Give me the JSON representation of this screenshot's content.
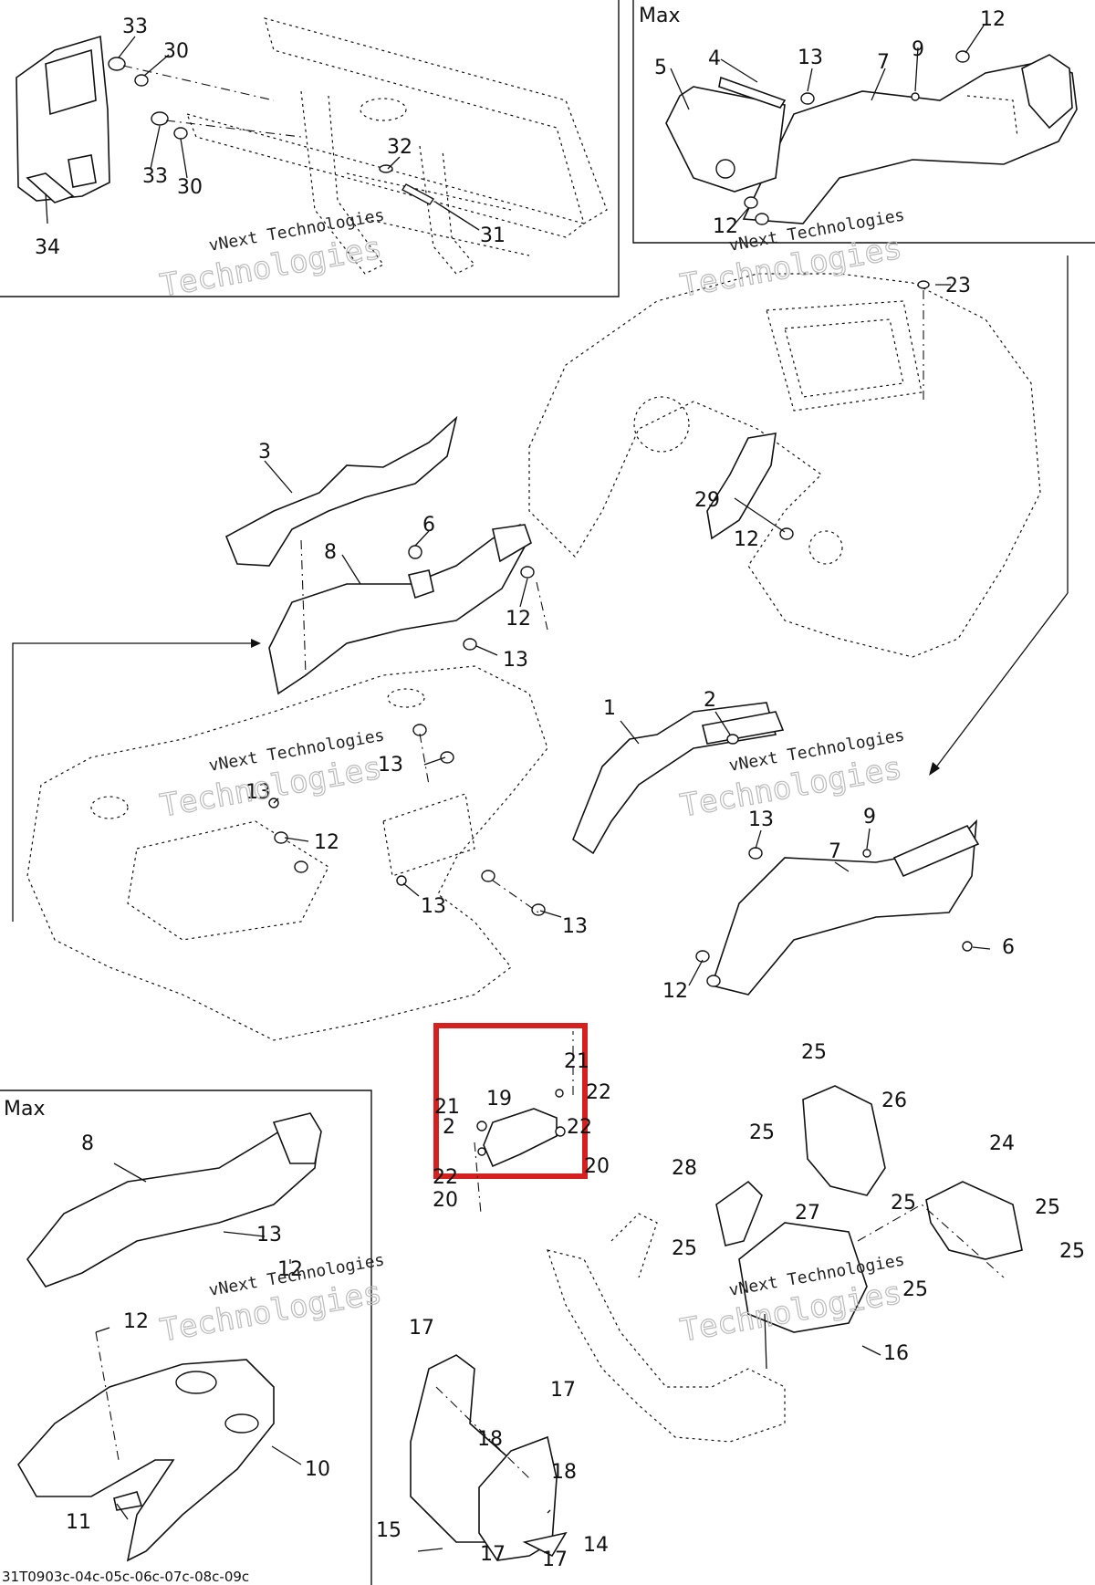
{
  "inset_labels": {
    "top_right": "Max",
    "bottom_left": "Max"
  },
  "watermarks": [
    {
      "line1": "vNext Technologies",
      "line2": "Technologies"
    },
    {
      "line1": "vNext Technologies",
      "line2": "Technologies"
    },
    {
      "line1": "vNext Technologies",
      "line2": "Technologies"
    },
    {
      "line1": "vNext Technologies",
      "line2": "Technologies"
    },
    {
      "line1": "vNext Technologies",
      "line2": "Technologies"
    },
    {
      "line1": "vNext Technologies",
      "line2": "Technologies"
    }
  ],
  "callouts": [
    "33",
    "30",
    "33",
    "30",
    "34",
    "32",
    "31",
    "12",
    "5",
    "4",
    "13",
    "9",
    "7",
    "12",
    "23",
    "3",
    "6",
    "8",
    "12",
    "13",
    "29",
    "12",
    "13",
    "13",
    "12",
    "13",
    "13",
    "2",
    "1",
    "13",
    "9",
    "7",
    "6",
    "12",
    "21",
    "19",
    "22",
    "21",
    "2",
    "22",
    "20",
    "22",
    "20",
    "25",
    "26",
    "25",
    "24",
    "28",
    "25",
    "27",
    "25",
    "25",
    "25",
    "25",
    "16",
    "8",
    "13",
    "12",
    "12",
    "10",
    "11",
    "17",
    "18",
    "17",
    "18",
    "15",
    "14",
    "17",
    "17"
  ],
  "figure_code": "31T0903c-04c-05c-06c-07c-08c-09c"
}
